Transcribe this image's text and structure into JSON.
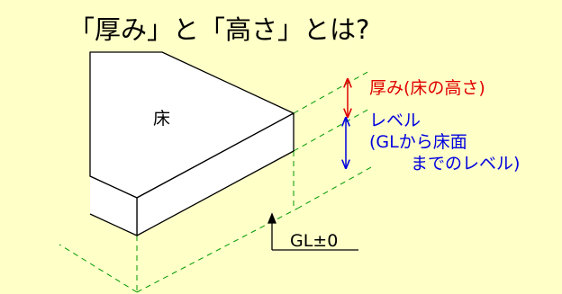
{
  "title": "「厚み」と「高さ」とは?",
  "labels": {
    "floor": "床",
    "thickness": "厚み(床の高さ)",
    "level_line1": "レベル",
    "level_line2": "(GLから床面",
    "level_line3": "までのレベル)",
    "gl": "GL±0"
  },
  "colors": {
    "background": "#FFFFC8",
    "thickness": "#E00000",
    "level": "#0000E0",
    "guide": "#009900",
    "line": "#000000",
    "slab_top": "#FFFFFF"
  }
}
